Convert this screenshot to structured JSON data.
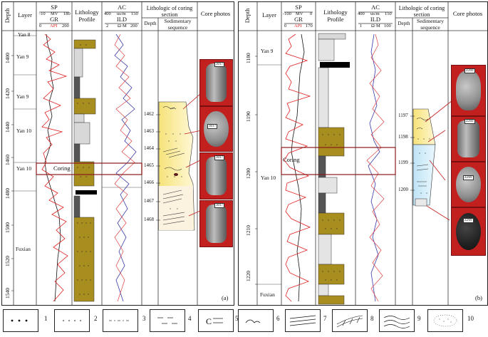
{
  "panel_a": {
    "headers": {
      "depth": "Depth",
      "layer": "Layer",
      "sp": "SP",
      "sp_scale": [
        "-10",
        "MV",
        "180"
      ],
      "gr": "GR",
      "gr_scale": [
        "0",
        "API",
        "200"
      ],
      "lithology": "Lithology Profile",
      "ac": "AC",
      "ac_scale": [
        "400",
        "us/m",
        "150"
      ],
      "ild": "ILD",
      "ild_scale": [
        "2",
        "Ω·M",
        "200"
      ],
      "coring_section": "Lithologic of coring section",
      "coring_depth": "Depth",
      "sedimentary": "Sedimentary sequence",
      "core_photos": "Core photos"
    },
    "depth_ticks": [
      "1400",
      "1420",
      "1440",
      "1460",
      "1480",
      "1500",
      "1520",
      "1540"
    ],
    "layers": [
      "Yan 9",
      "Yan 9",
      "Yan 10",
      "Yan 10",
      "Fuxian"
    ],
    "top_tag": "Yan 8",
    "coring_label": "Coring",
    "section_depths": [
      "1462",
      "1463",
      "1464",
      "1465",
      "1466",
      "1467",
      "1468"
    ],
    "photo_labels": [
      "3017",
      "3017",
      "3017",
      "3017"
    ],
    "panel_label": "(a)"
  },
  "panel_b": {
    "headers": {
      "depth": "Depth",
      "layer": "Layer",
      "sp": "SP",
      "sp_scale": [
        "-100",
        "MV",
        "0"
      ],
      "gr": "GR",
      "gr_scale": [
        "0",
        "API",
        "170"
      ],
      "lithology": "Lithology Profile",
      "ac": "AC",
      "ac_scale": [
        "400",
        "us/m",
        "150"
      ],
      "ild": "ILD",
      "ild_scale": [
        "1",
        "Ω·M",
        "100"
      ],
      "coring_section": "Lithologic of coring section",
      "coring_depth": "Depth",
      "sedimentary": "Sedimentary sequence",
      "core_photos": "Core photos"
    },
    "depth_ticks": [
      "1180",
      "1190",
      "1200",
      "1210",
      "1220"
    ],
    "layers": [
      "Yan 9",
      "Yan 10",
      "Fuxian"
    ],
    "coring_label": "Coring",
    "section_depths": [
      "1197",
      "1198",
      "1199",
      "1200"
    ],
    "photo_labels": [
      "Z269",
      "Z269",
      "Z269",
      "Z269"
    ],
    "panel_label": "(b)"
  },
  "legend": [
    "1",
    "2",
    "3",
    "4",
    "5",
    "6",
    "7",
    "8",
    "9",
    "10"
  ],
  "colors": {
    "sp": "#111111",
    "gr": "#e02020",
    "ac": "#e04040",
    "ild": "#3a3aa8",
    "sand": "#a88d1f",
    "coring": "#8b1a1a"
  }
}
